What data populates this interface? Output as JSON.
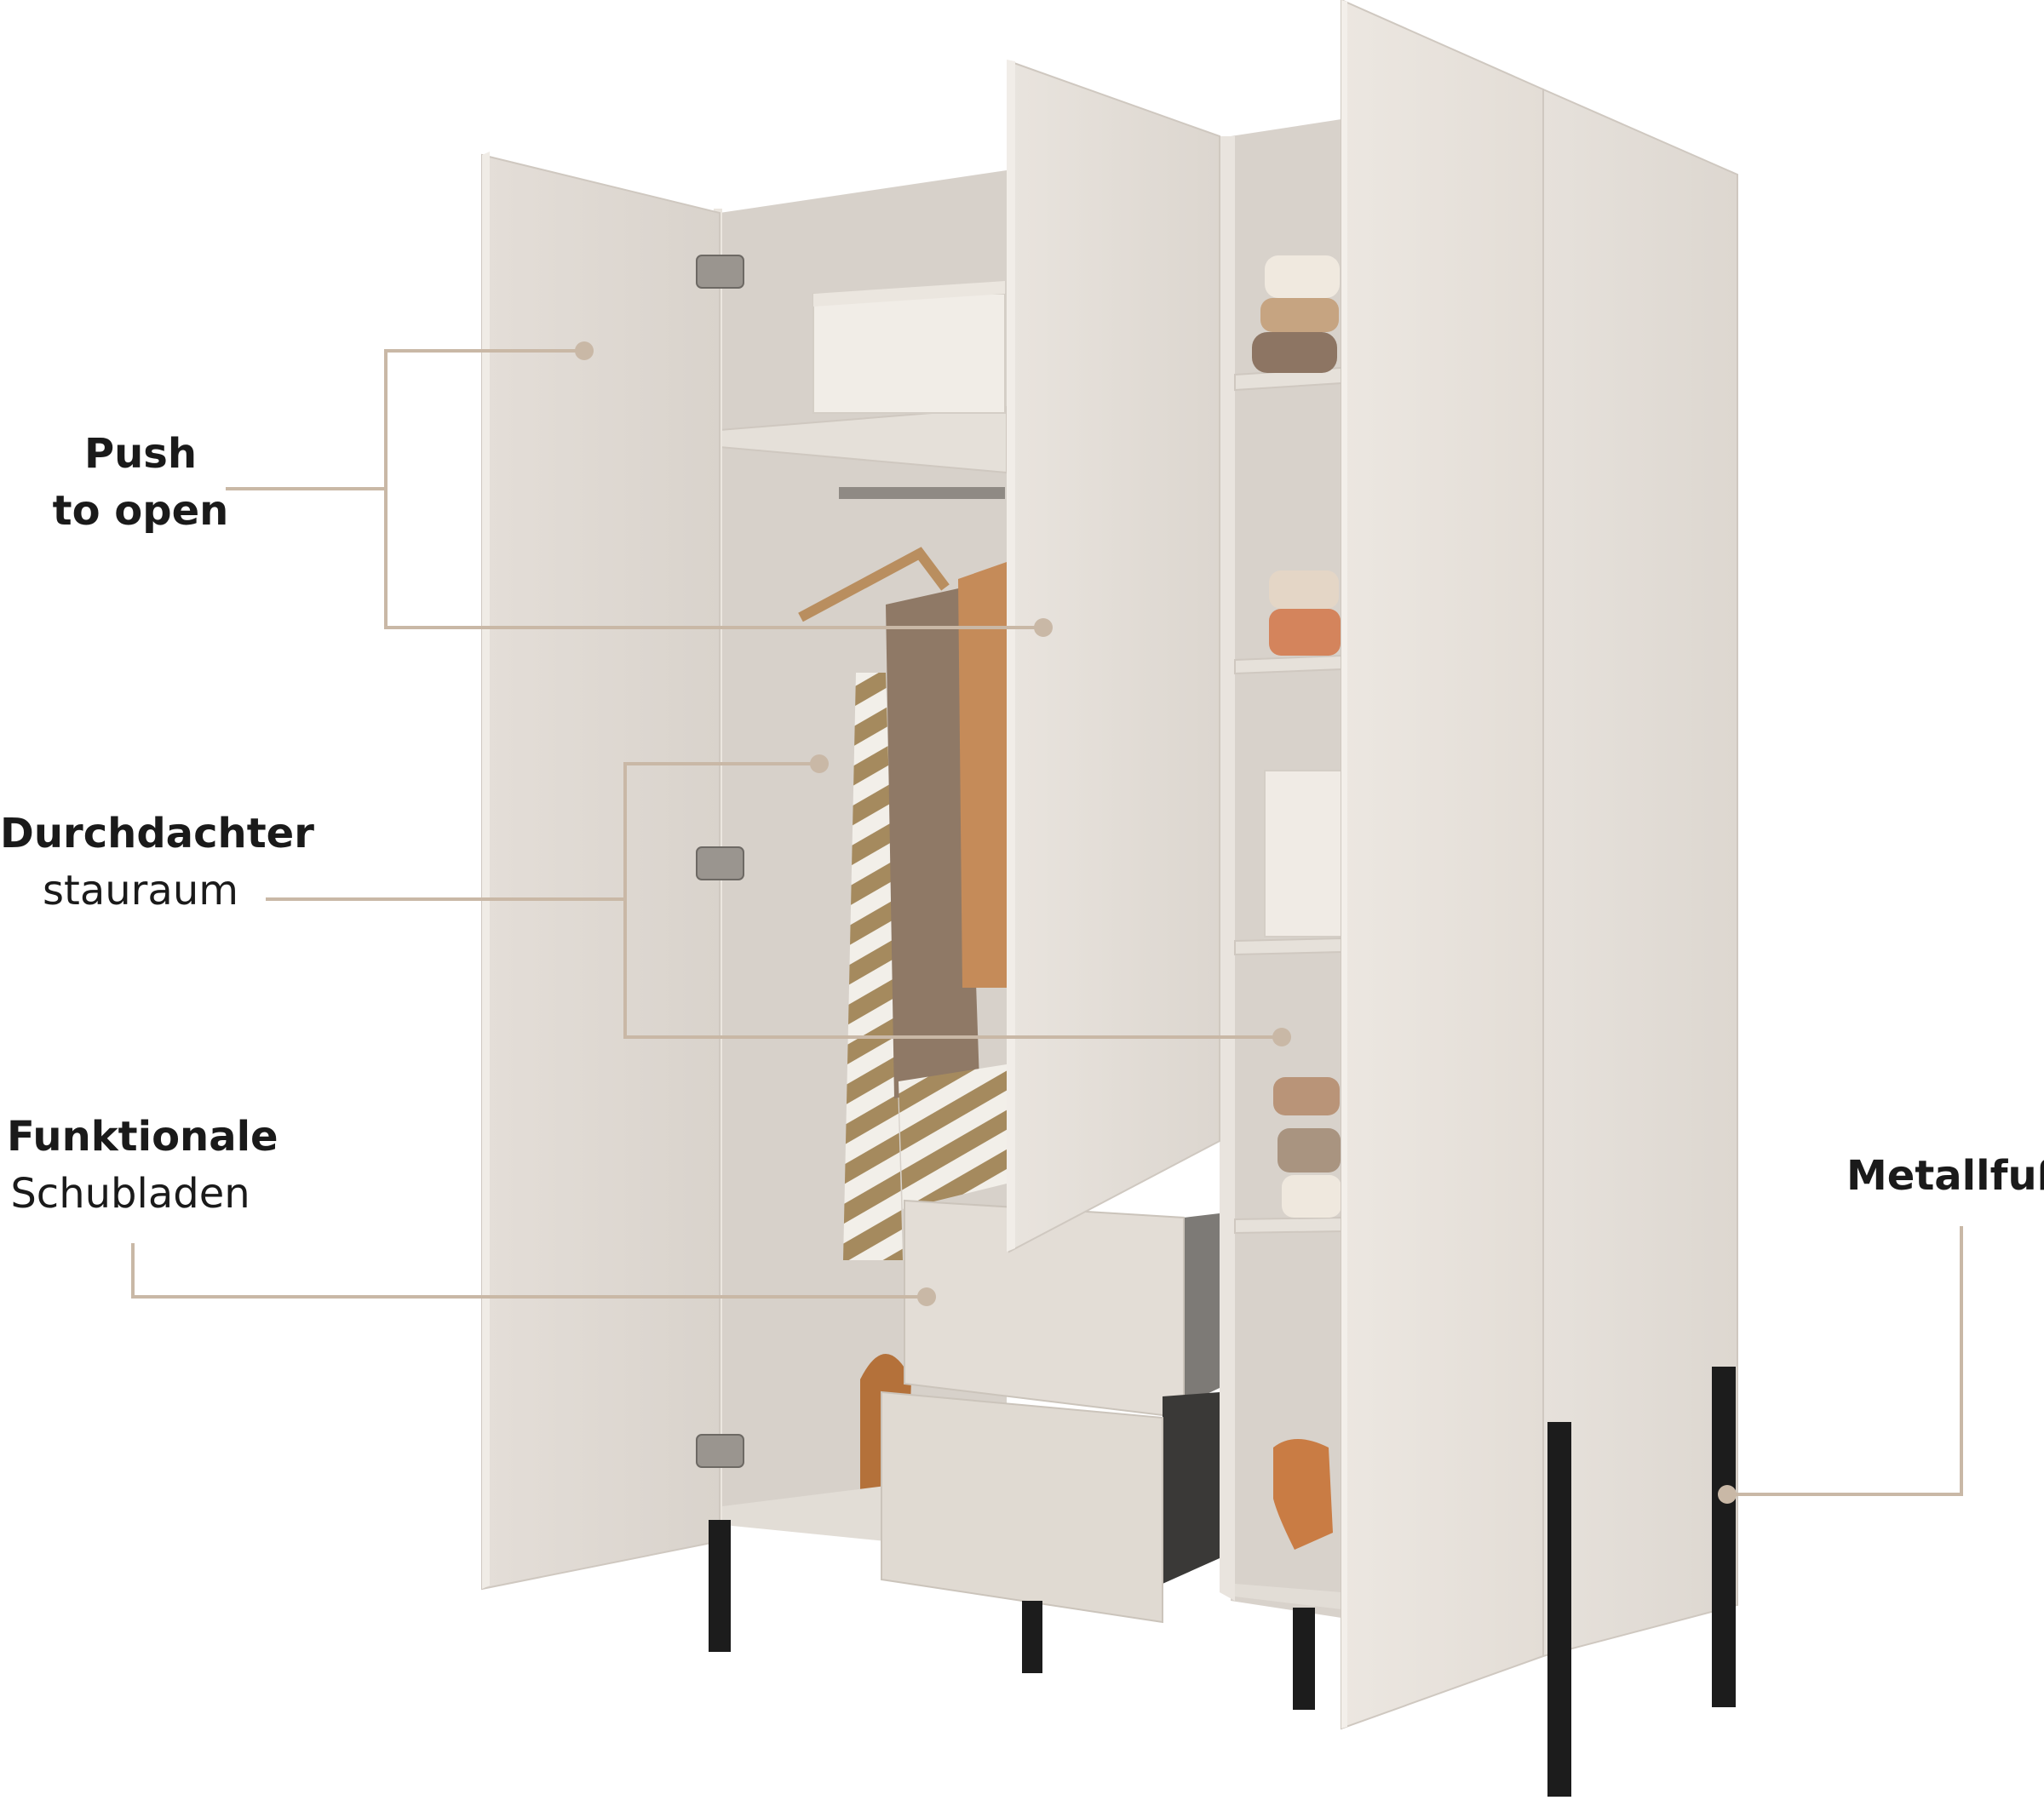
{
  "features": [
    {
      "title": "Push",
      "subtitle": "to open"
    },
    {
      "title": "Durchdachter",
      "subtitle": "stauraum"
    },
    {
      "title": "Funktionale",
      "subtitle": "Schubladen"
    },
    {
      "title": "Metallfuß",
      "subtitle": ""
    }
  ],
  "colors": {
    "panel": "#e7e2dc",
    "panel_light": "#efebe6",
    "panel_shadow": "#d6d0c9",
    "interior": "#ddd7d0",
    "leader_line": "#c9b8a6",
    "legs": "#1c1c1c",
    "text": "#1a1a1a"
  }
}
